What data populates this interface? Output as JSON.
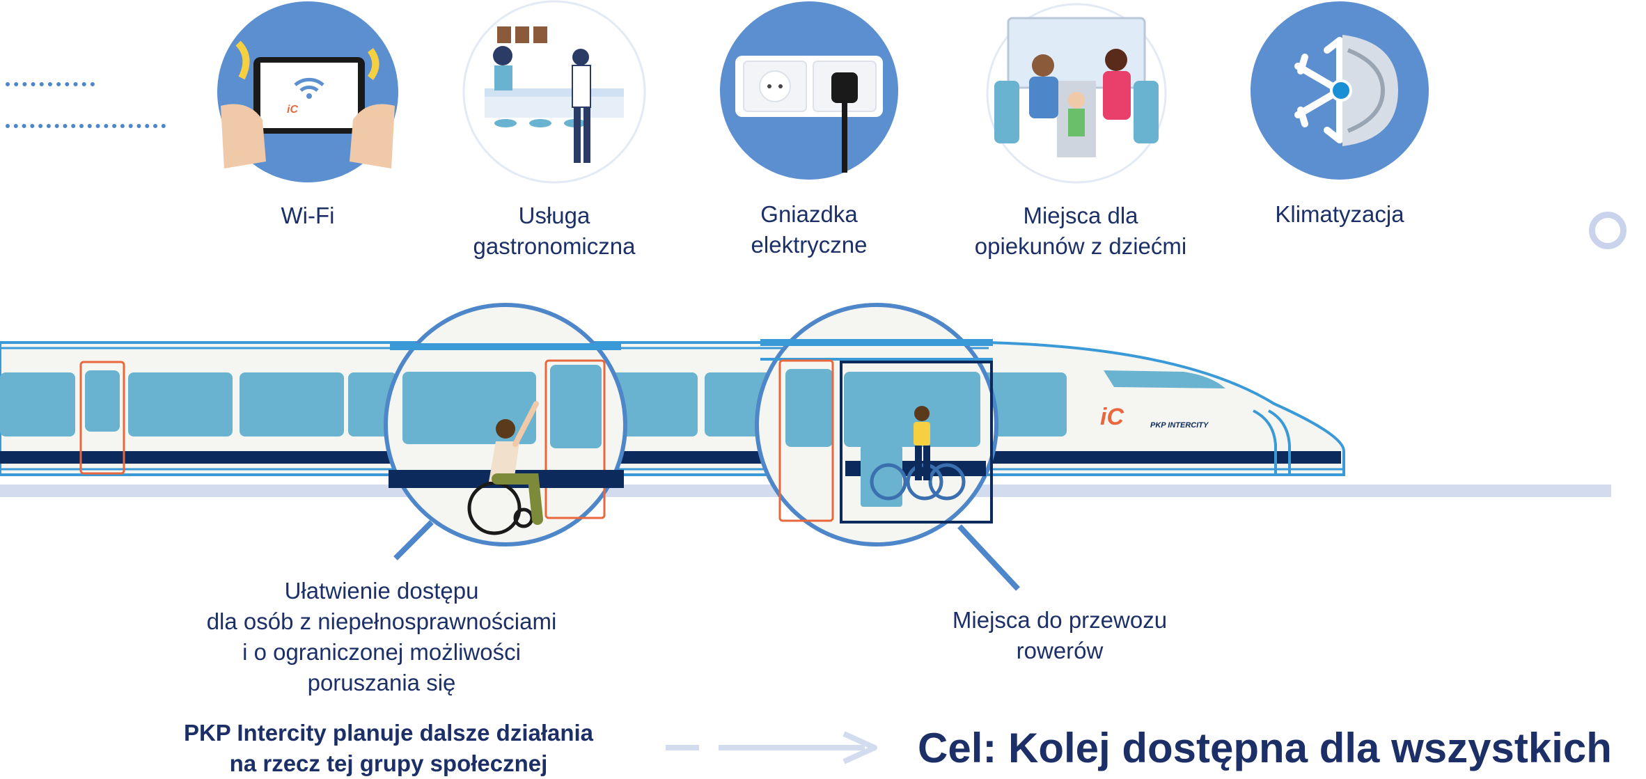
{
  "amenities": [
    {
      "icon": "wifi-tablet-icon",
      "lines": [
        "Wi-Fi"
      ]
    },
    {
      "icon": "gastronomy-icon",
      "lines": [
        "Usługa",
        "gastronomiczna"
      ]
    },
    {
      "icon": "power-socket-icon",
      "lines": [
        "Gniazdka",
        "elektryczne"
      ]
    },
    {
      "icon": "family-seats-icon",
      "lines": [
        "Miejsca  dla",
        "opiekunów z dziećmi"
      ]
    },
    {
      "icon": "air-conditioning-icon",
      "lines": [
        "Klimatyzacja"
      ]
    }
  ],
  "train": {
    "logo_text": "PKP INTERCITY",
    "logo_mark": "iC",
    "callouts": [
      {
        "icon": "wheelchair-icon",
        "lines": [
          "Ułatwienie dostępu",
          "dla osób z niepełnosprawnościami",
          "i o ograniczonej możliwości",
          "poruszania się"
        ]
      },
      {
        "icon": "bicycle-icon",
        "lines": [
          "Miejsca do przewozu",
          "rowerów"
        ]
      }
    ]
  },
  "footer": {
    "note_lines": [
      "PKP Intercity planuje dalsze działania",
      "na rzecz tej grupy społecznej"
    ],
    "goal": "Cel: Kolej dostępna dla wszystkich"
  },
  "colors": {
    "primary": "#5b8fd0",
    "dark_navy": "#0d2a5c",
    "window": "#6ab3d0",
    "accent_orange": "#e8673c",
    "track": "#d3dbef"
  }
}
